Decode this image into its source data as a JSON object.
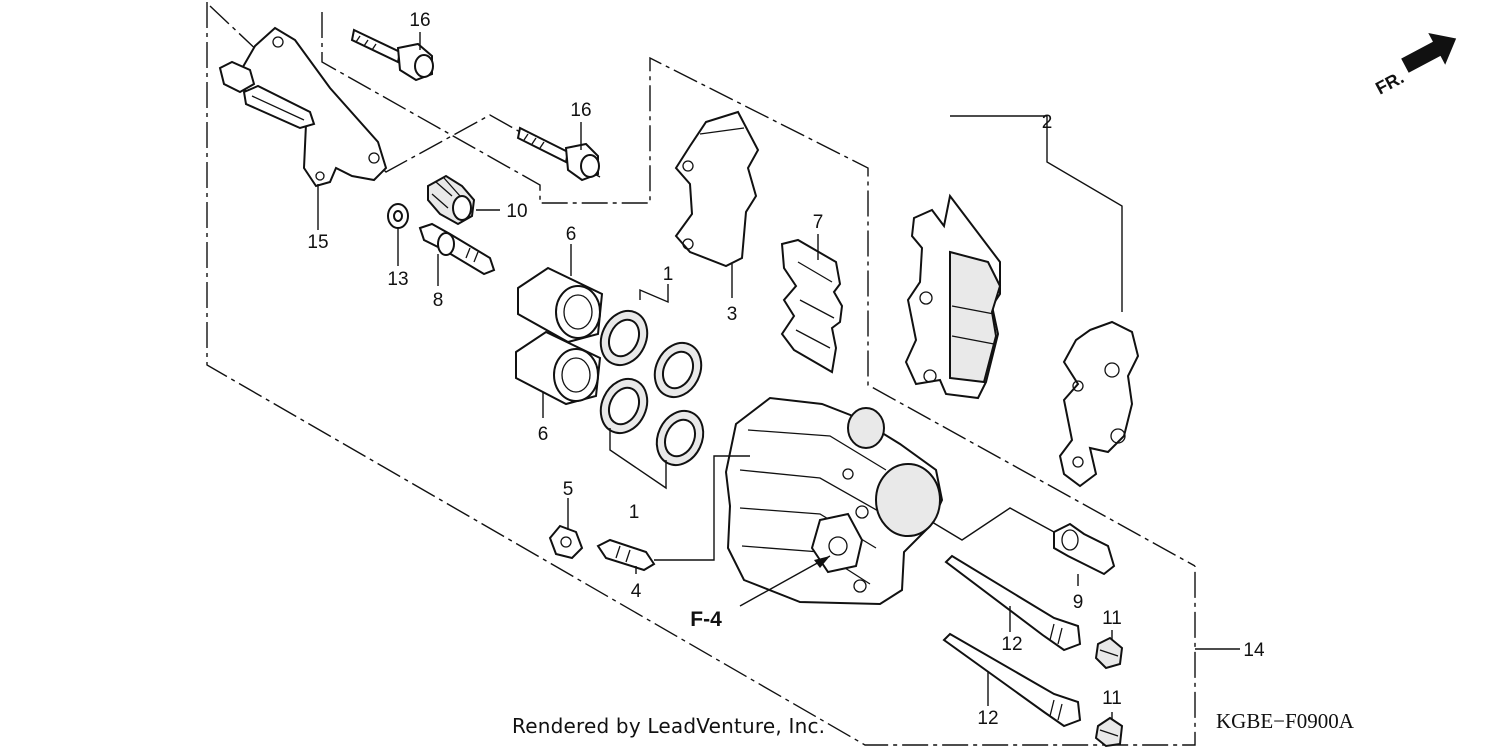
{
  "diagram": {
    "part_labels": [
      {
        "id": "p16a",
        "text": "16"
      },
      {
        "id": "p16b",
        "text": "16"
      },
      {
        "id": "p10",
        "text": "10"
      },
      {
        "id": "p15",
        "text": "15"
      },
      {
        "id": "p13",
        "text": "13"
      },
      {
        "id": "p8",
        "text": "8"
      },
      {
        "id": "p6a",
        "text": "6"
      },
      {
        "id": "p6b",
        "text": "6"
      },
      {
        "id": "p1a",
        "text": "1"
      },
      {
        "id": "p1b",
        "text": "1"
      },
      {
        "id": "p3",
        "text": "3"
      },
      {
        "id": "p7",
        "text": "7"
      },
      {
        "id": "p2",
        "text": "2"
      },
      {
        "id": "p5",
        "text": "5"
      },
      {
        "id": "p4",
        "text": "4"
      },
      {
        "id": "p9",
        "text": "9"
      },
      {
        "id": "p11a",
        "text": "11"
      },
      {
        "id": "p11b",
        "text": "11"
      },
      {
        "id": "p12a",
        "text": "12"
      },
      {
        "id": "p12b",
        "text": "12"
      },
      {
        "id": "p14",
        "text": "14"
      }
    ],
    "reference_label": "F-4",
    "direction_label": "FR.",
    "credit": "Rendered by LeadVenture, Inc.",
    "diagram_code": "KGBE−F0900A"
  }
}
